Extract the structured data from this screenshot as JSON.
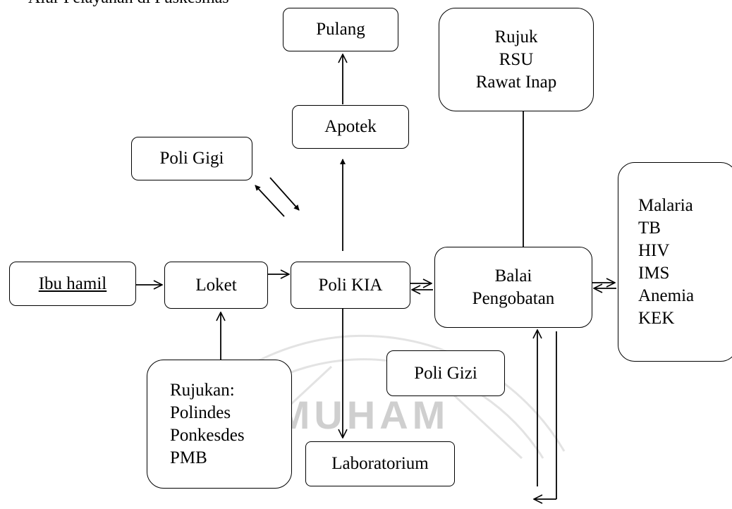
{
  "watermark": {
    "text": "MUHAM",
    "color": "#cfcfcf"
  },
  "header_fragment": "Alur Pelayanan di Puskesmas",
  "nodes": {
    "ibu_hamil": "Ibu hamil",
    "loket": "Loket",
    "poli_kia": "Poli KIA",
    "balai_pengobatan": [
      "Balai",
      "Pengobatan"
    ],
    "apotek": "Apotek",
    "pulang": "Pulang",
    "rujuk": [
      "Rujuk",
      "RSU",
      "Rawat Inap"
    ],
    "poli_gigi": "Poli Gigi",
    "poli_gizi": "Poli Gizi",
    "laboratorium": "Laboratorium",
    "rujukan": [
      "Rujukan:",
      "Polindes",
      "Ponkesdes",
      "PMB"
    ],
    "penyakit": [
      "Malaria",
      "TB",
      "HIV",
      "IMS",
      "Anemia",
      "KEK"
    ]
  }
}
